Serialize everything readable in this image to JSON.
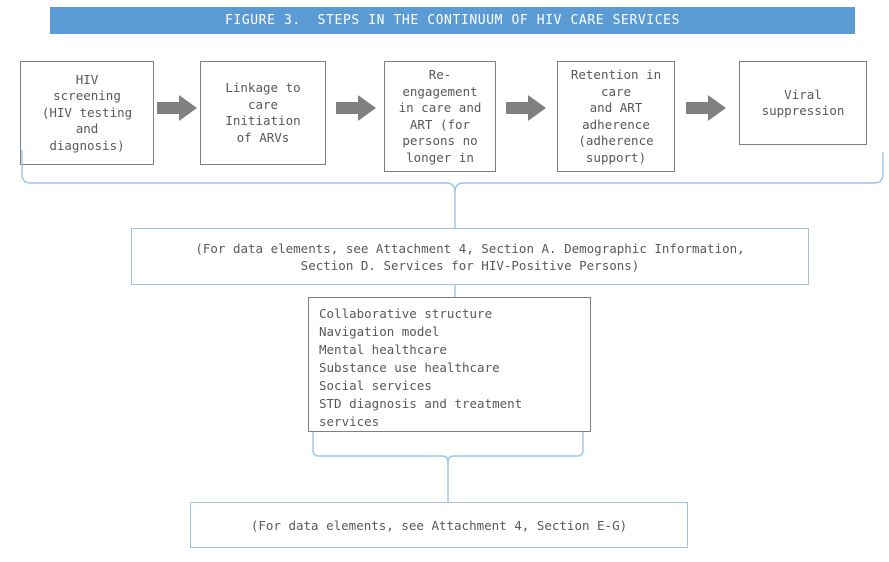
{
  "figure": {
    "title": "FIGURE 3.  STEPS IN THE CONTINUUM OF HIV CARE SERVICES",
    "banner_color": "#5b9bd5",
    "connector_color": "#9dc3e6",
    "arrow_color": "#808080",
    "box_border_color": "#808080",
    "text_color": "#595959"
  },
  "steps": [
    {
      "id": "hiv-screening",
      "label": "HIV\nscreening\n(HIV testing\nand\ndiagnosis)"
    },
    {
      "id": "linkage-to-care",
      "label": "Linkage to\ncare\nInitiation\nof ARVs"
    },
    {
      "id": "re-engagement",
      "label": "Re-\nengagement\nin care and\nART (for\npersons no\nlonger in"
    },
    {
      "id": "retention-in-care",
      "label": "Retention in\ncare\nand ART\nadherence\n(adherence\nsupport)"
    },
    {
      "id": "viral-suppression",
      "label": "Viral\nsuppression"
    }
  ],
  "arrows": [
    {
      "id": "arrow-1",
      "from": "hiv-screening",
      "to": "linkage-to-care"
    },
    {
      "id": "arrow-2",
      "from": "linkage-to-care",
      "to": "re-engagement"
    },
    {
      "id": "arrow-3",
      "from": "re-engagement",
      "to": "retention-in-care"
    },
    {
      "id": "arrow-4",
      "from": "retention-in-care",
      "to": "viral-suppression"
    }
  ],
  "notes": {
    "upper": "(For data elements, see Attachment 4, Section A. Demographic Information,\nSection D. Services for HIV-Positive Persons)",
    "lower": "(For data elements, see Attachment 4, Section E-G)"
  },
  "services_list": [
    "Collaborative structure",
    "Navigation model",
    "Mental healthcare",
    "Substance use healthcare",
    "Social services",
    "STD diagnosis and treatment",
    "services"
  ]
}
